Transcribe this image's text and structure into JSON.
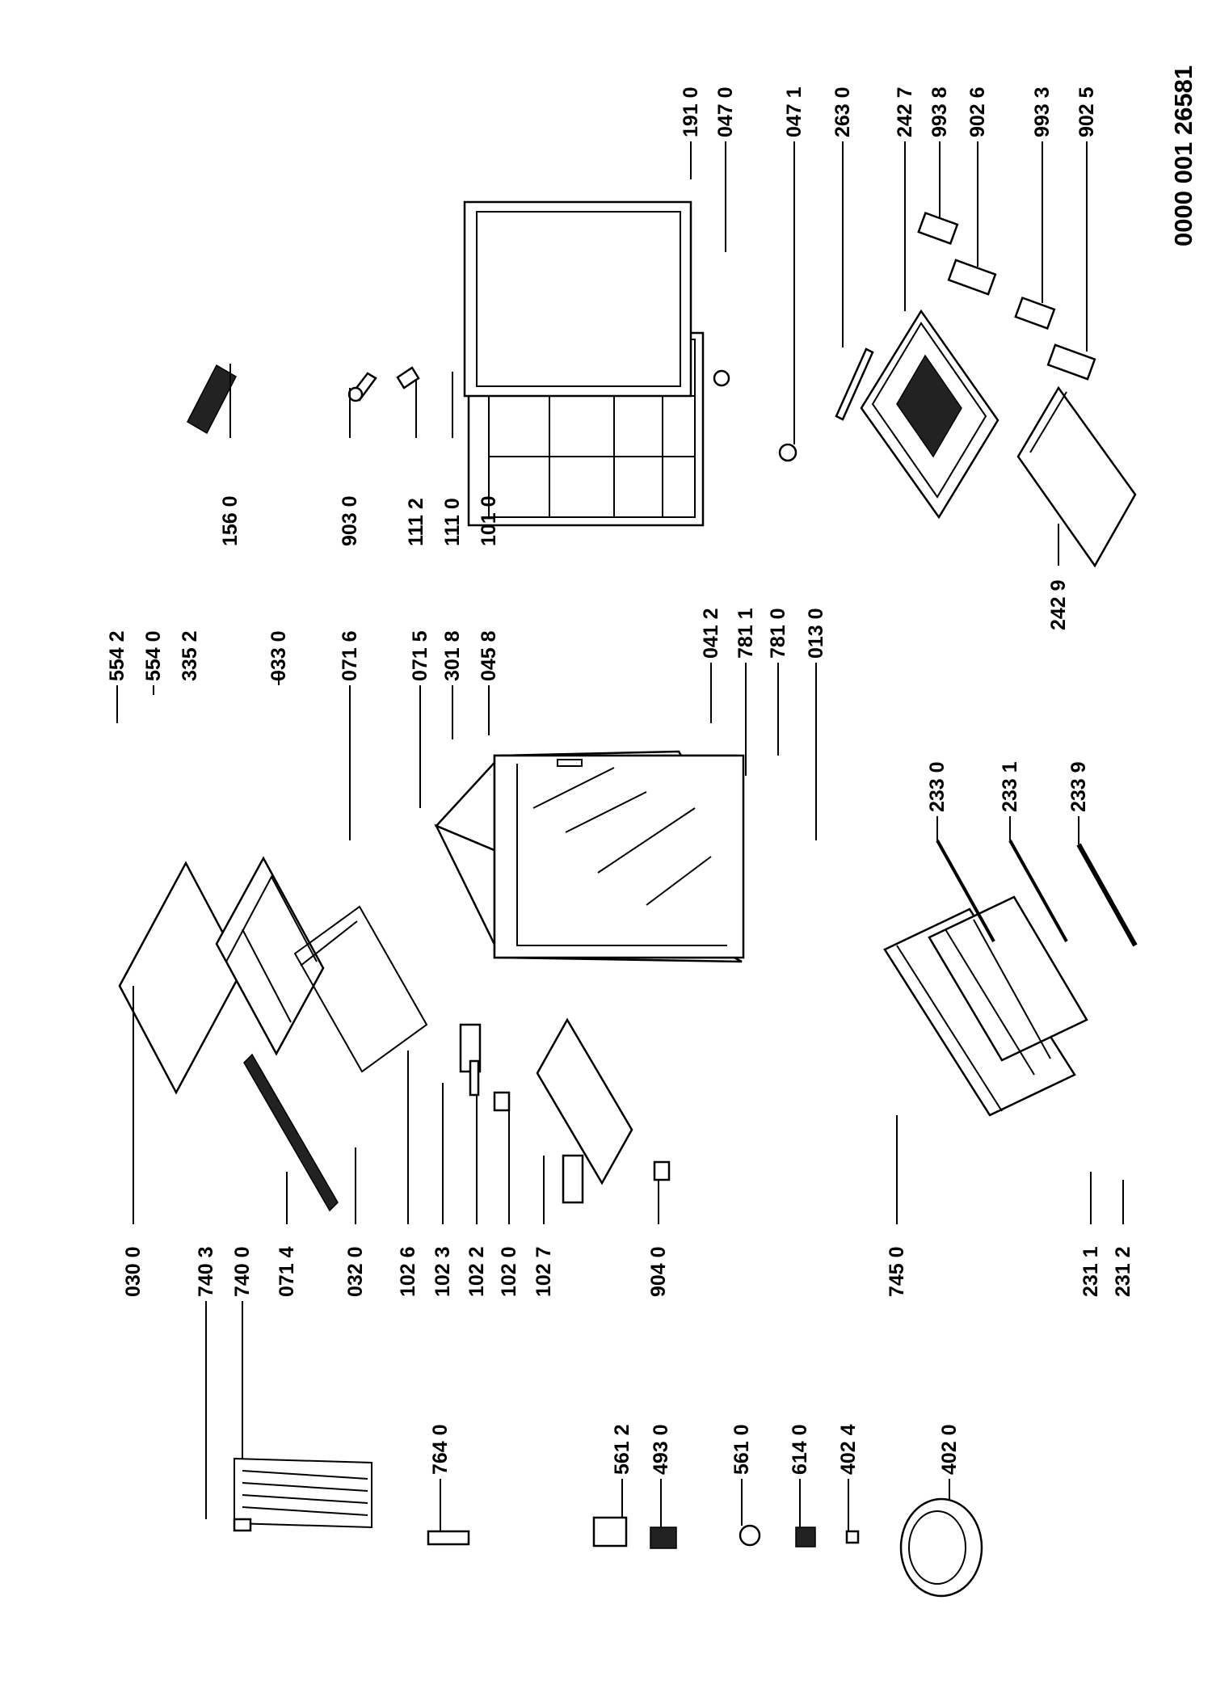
{
  "document_id": "0000 001 26581",
  "labels": {
    "p5542": "554 2",
    "p5540": "554 0",
    "p3352": "335 2",
    "p0330": "033 0",
    "p0716": "071 6",
    "p0715": "071 5",
    "p3018": "301 8",
    "p0458": "045 8",
    "p0412": "041 2",
    "p7811": "781 1",
    "p7810": "781 0",
    "p0130": "013 0",
    "p1560": "156 0",
    "p9030": "903 0",
    "p1112": "111 2",
    "p1110": "111 0",
    "p1010": "101 0",
    "p1910": "191 0",
    "p0470": "047 0",
    "p0471": "047 1",
    "p2630": "263 0",
    "p2427": "242 7",
    "p9938": "993 8",
    "p9026": "902 6",
    "p9933": "993 3",
    "p9025": "902 5",
    "p2429": "242 9",
    "p2330": "233 0",
    "p2331": "233 1",
    "p2339": "233 9",
    "p0300": "030 0",
    "p7403": "740 3",
    "p7400": "740 0",
    "p0714": "071 4",
    "p0320": "032 0",
    "p1026": "102 6",
    "p1023": "102 3",
    "p1022": "102 2",
    "p1020": "102 0",
    "p1027": "102 7",
    "p9040": "904 0",
    "p7450": "745 0",
    "p2311": "231 1",
    "p2312": "231 2",
    "p7640": "764 0",
    "p5612": "561 2",
    "p4930": "493 0",
    "p5610": "561 0",
    "p6140": "614 0",
    "p4024": "402 4",
    "p4020": "402 0"
  }
}
